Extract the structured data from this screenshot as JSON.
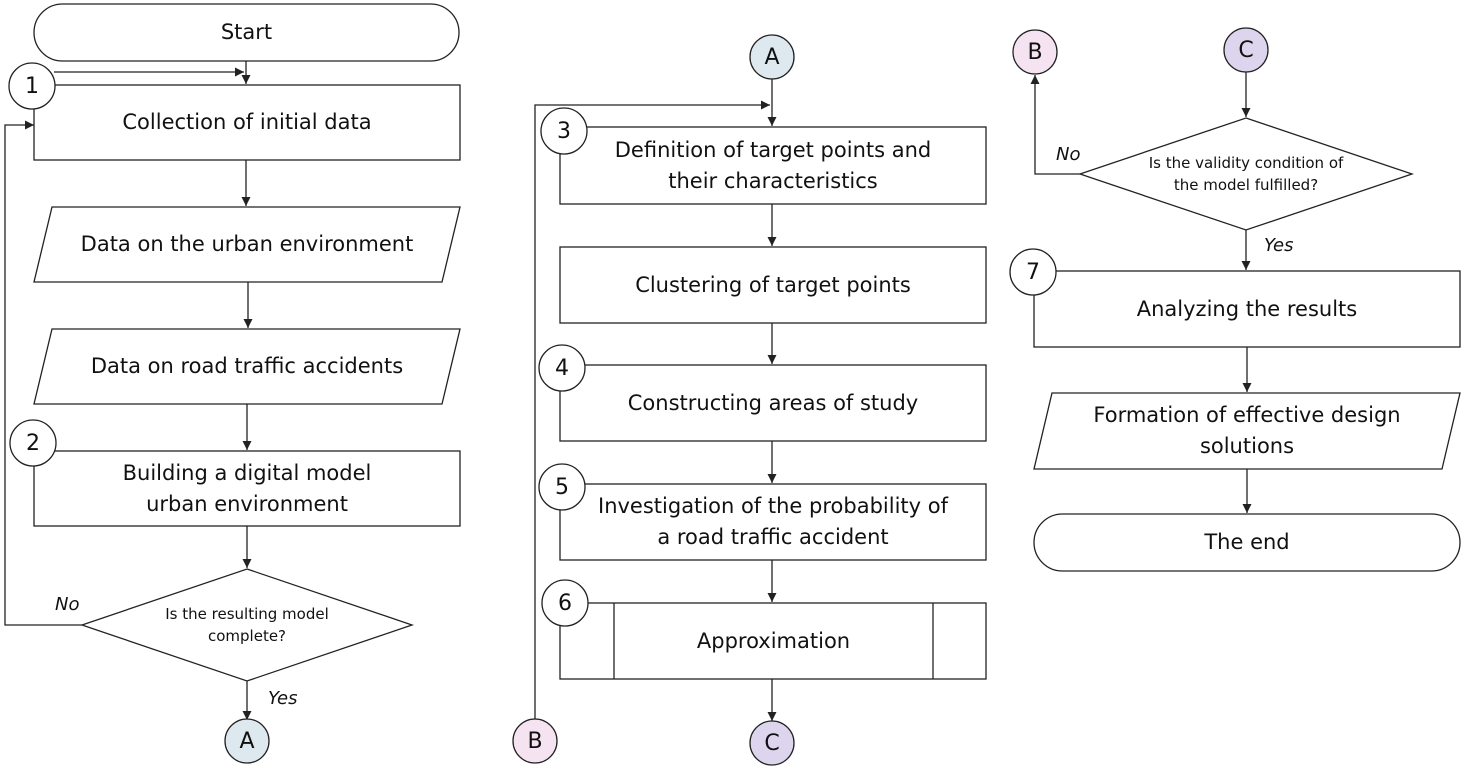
{
  "diagram": {
    "start": "Start",
    "collect_data": "Collection of initial data",
    "urban_data": "Data on the urban environment",
    "accident_data": "Data on road traffic accidents",
    "build_model": "Building a digital model urban environment",
    "model_complete_question": "Is the resulting model complete?",
    "target_points": "Definition of target points and their characteristics",
    "clustering": "Clustering of target points",
    "study_areas": "Constructing areas of study",
    "probability": "Investigation of the probability of a road traffic accident",
    "approximation": "Approximation",
    "validity_question": "Is the validity condition of the model fulfilled?",
    "analyze": "Analyzing the results",
    "design_solutions": "Formation of effective design solutions",
    "end": "The end",
    "yes": "Yes",
    "no": "No",
    "connectors": {
      "a": "A",
      "b": "B",
      "c": "C"
    },
    "steps": [
      "1",
      "2",
      "3",
      "4",
      "5",
      "6",
      "7"
    ],
    "colors": {
      "connector_a": "#dde8ef",
      "connector_b": "#f6e3f1",
      "connector_c": "#ddd5ee"
    }
  }
}
